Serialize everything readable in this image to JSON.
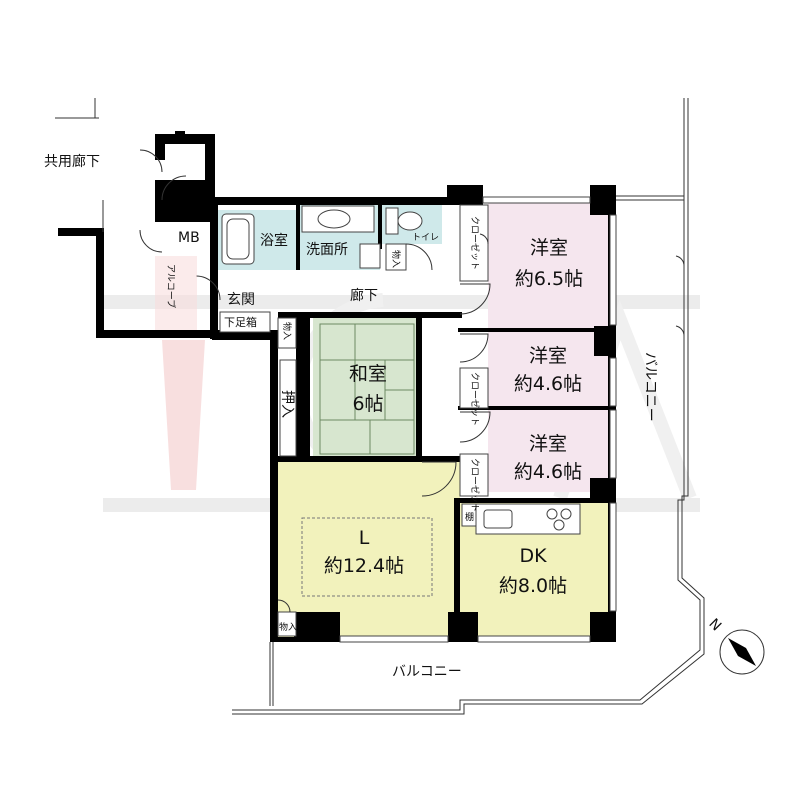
{
  "rooms": {
    "western1": {
      "name": "洋室",
      "size": "約6.5帖"
    },
    "western2": {
      "name": "洋室",
      "size": "約4.6帖"
    },
    "western3": {
      "name": "洋室",
      "size": "約4.6帖"
    },
    "japanese": {
      "name": "和室",
      "size": "6帖"
    },
    "living": {
      "name": "L",
      "size": "約12.4帖"
    },
    "dining_kitchen": {
      "name": "DK",
      "size": "約8.0帖"
    }
  },
  "labels": {
    "common_corridor": "共用廊下",
    "mb": "MB",
    "alcove": "アルコーブ",
    "entrance": "玄関",
    "shoe_box": "下足箱",
    "corridor": "廊下",
    "bath": "浴室",
    "washroom": "洗面所",
    "toilet": "トイレ",
    "storage": "物入",
    "closet": "クローゼット",
    "oshiire": "押入",
    "shelf": "棚",
    "balcony_east": "バルコニー",
    "balcony_south": "バルコニー",
    "north": "N"
  },
  "colors": {
    "western": "#f5e6ee",
    "japanese": "#d7e6cf",
    "living": "#f2f2bc",
    "wet": "#cfe9ea",
    "wall": "#000000",
    "watermark": "#f2c9c9"
  },
  "icons": {
    "compass": "north-compass-icon"
  }
}
